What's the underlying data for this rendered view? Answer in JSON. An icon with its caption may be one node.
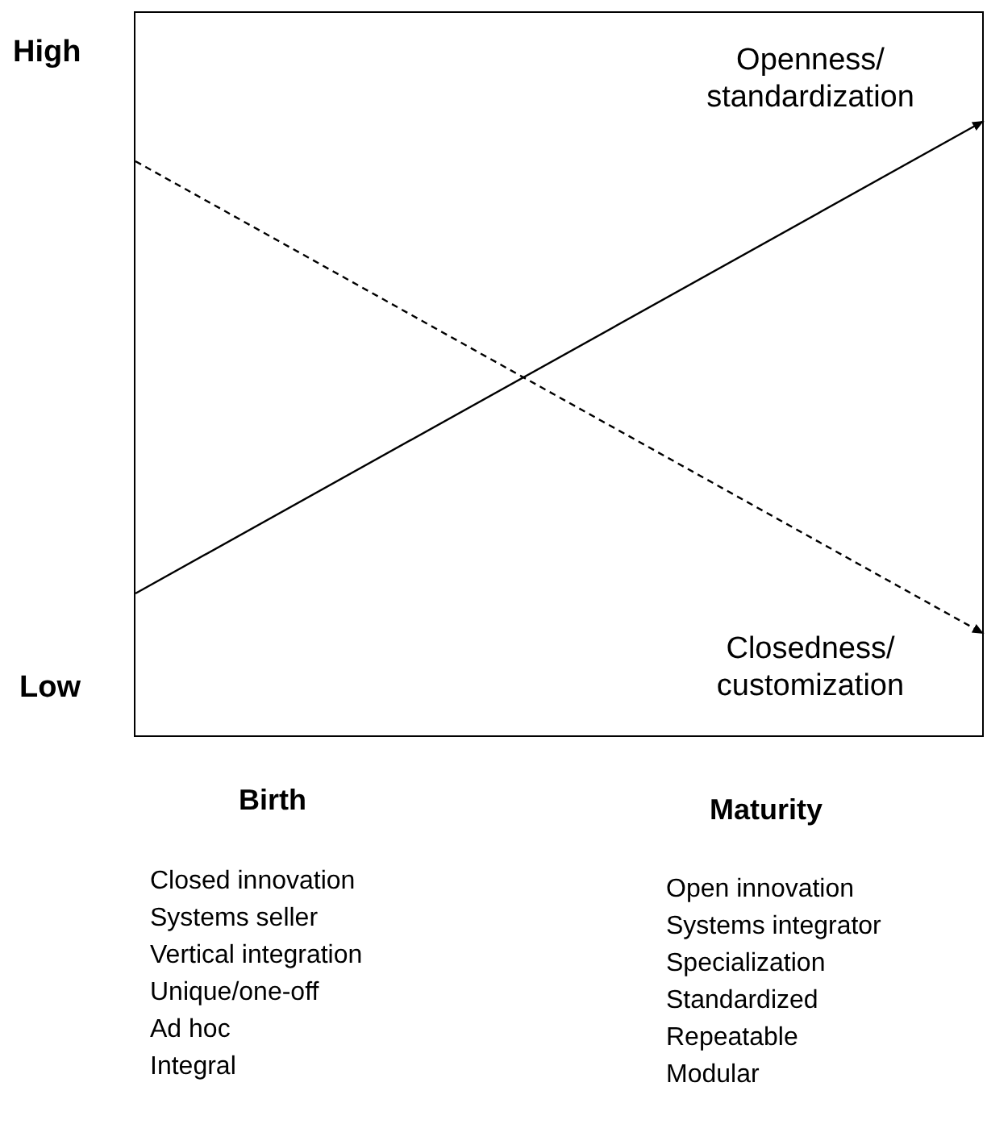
{
  "diagram": {
    "nodes": [
      {
        "text": [
          "Openness/ standardization"
        ]
      },
      {
        "text": [
          "Closedness/ customization"
        ]
      }
    ],
    "edges": [
      {
        "from": null,
        "to": 0,
        "arrow": "to"
      },
      {
        "from": null,
        "to": 1,
        "arrow": "to",
        "style": "dashed"
      }
    ],
    "labels": [
      "High",
      "Low",
      "Birth",
      "Maturity",
      "Closed innovation",
      "Systems seller",
      "Vertical integration",
      "Unique/one-off",
      "Ad hoc",
      "Integral",
      "Open innovation",
      "Systems integrator",
      "Specialization",
      "Standardized",
      "Repeatable",
      "Modular"
    ]
  }
}
